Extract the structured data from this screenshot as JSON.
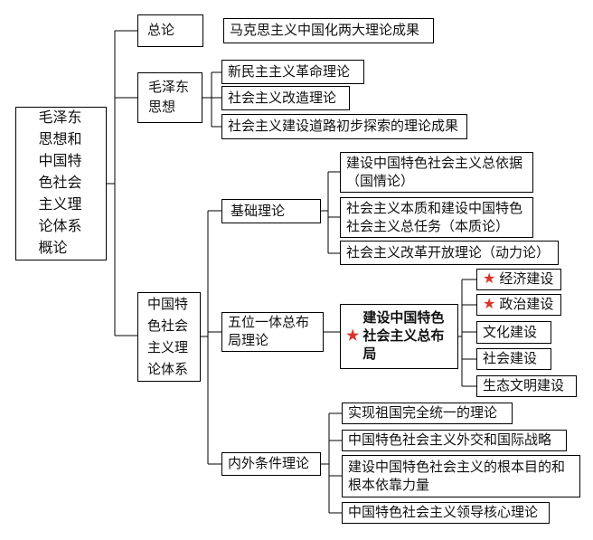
{
  "icons": {
    "star": "★"
  },
  "colors": {
    "star_red": "#d9342b",
    "line": "#000000",
    "border": "#000000",
    "background": "#ffffff"
  },
  "diagram": {
    "root": {
      "label": "毛泽东思想和中国特色社会主义理论体系概论"
    },
    "branches": [
      {
        "label": "总论",
        "children": [
          {
            "label": "马克思主义中国化两大理论成果"
          }
        ]
      },
      {
        "label": "毛泽东思想",
        "children": [
          {
            "label": "新民主主义革命理论"
          },
          {
            "label": "社会主义改造理论"
          },
          {
            "label": "社会主义建设道路初步探索的理论成果"
          }
        ]
      },
      {
        "label": "中国特色社会主义理论体系",
        "children": [
          {
            "label": "基础理论",
            "children": [
              {
                "label": "建设中国特色社会主义总依据（国情论）"
              },
              {
                "label": "社会主义本质和建设中国特色社会主义总任务（本质论）"
              },
              {
                "label": "社会主义改革开放理论（动力论）"
              }
            ]
          },
          {
            "label": "五位一体总布局理论",
            "children": [
              {
                "label": "建设中国特色社会主义总布局",
                "starred": true,
                "children": [
                  {
                    "label": "经济建设",
                    "starred": true
                  },
                  {
                    "label": "政治建设",
                    "starred": true
                  },
                  {
                    "label": "文化建设"
                  },
                  {
                    "label": "社会建设"
                  },
                  {
                    "label": "生态文明建设"
                  }
                ]
              }
            ]
          },
          {
            "label": "内外条件理论",
            "children": [
              {
                "label": "实现祖国完全统一的理论"
              },
              {
                "label": "中国特色社会主义外交和国际战略"
              },
              {
                "label": "建设中国特色社会主义的根本目的和根本依靠力量"
              },
              {
                "label": "中国特色社会主义领导核心理论"
              }
            ]
          }
        ]
      }
    ]
  }
}
